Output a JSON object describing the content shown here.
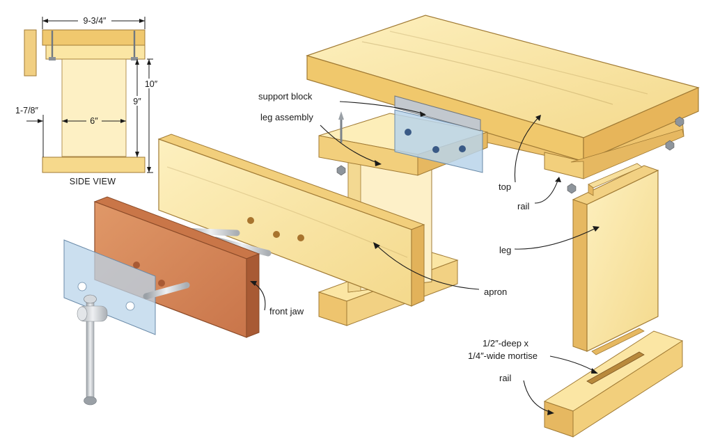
{
  "side_view": {
    "caption": "SIDE VIEW",
    "dim_width": "9-3/4″",
    "dim_height_total": "10″",
    "dim_height_leg": "9″",
    "dim_leg_width": "6″",
    "dim_offset": "1-7/8″"
  },
  "callouts": {
    "support_block": "support block",
    "leg_assembly": "leg assembly",
    "top": "top",
    "rail_upper": "rail",
    "leg": "leg",
    "apron": "apron",
    "front_jaw": "front jaw",
    "mortise_line1": "1/2″-deep x",
    "mortise_line2": "1/4″-wide mortise",
    "rail_lower": "rail"
  },
  "colors": {
    "pine_light": "#fbe8a6",
    "pine_mid": "#f3d27e",
    "pine_dark": "#e2b65c",
    "front_jaw": "#d9875a",
    "front_jaw_dark": "#b8643c",
    "glass": "#b9d4ea",
    "steel": "#c9ccd0"
  }
}
